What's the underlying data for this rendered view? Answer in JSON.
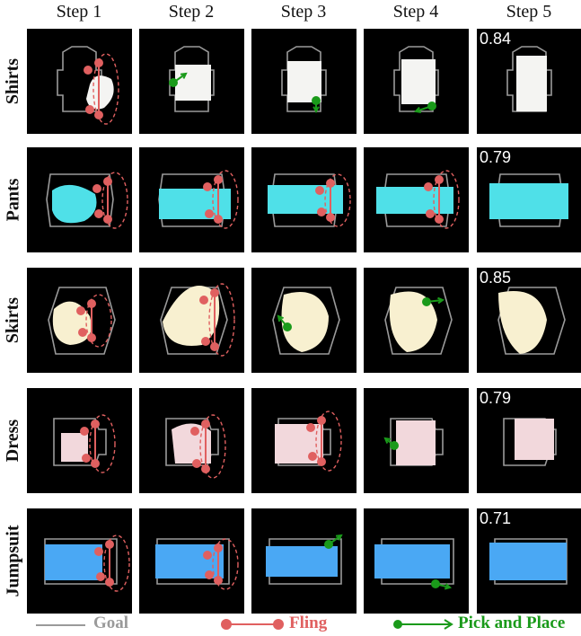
{
  "columns": [
    "Step 1",
    "Step 2",
    "Step 3",
    "Step 4",
    "Step 5"
  ],
  "rows": [
    {
      "label": "Shirts",
      "score": "0.84",
      "color": "#f4f4f2"
    },
    {
      "label": "Pants",
      "score": "0.79",
      "color": "#4fe0e8"
    },
    {
      "label": "Skirts",
      "score": "0.85",
      "color": "#f8f0d0"
    },
    {
      "label": "Dress",
      "score": "0.79",
      "color": "#f2d8dc"
    },
    {
      "label": "Jumpsuit",
      "score": "0.71",
      "color": "#4aa8f4"
    }
  ],
  "legend": {
    "goal": {
      "label": "Goal",
      "color": "#9a9a9a"
    },
    "fling": {
      "label": "Fling",
      "color": "#e06060"
    },
    "pick": {
      "label": "Pick and Place",
      "color": "#1a9a1a"
    }
  }
}
